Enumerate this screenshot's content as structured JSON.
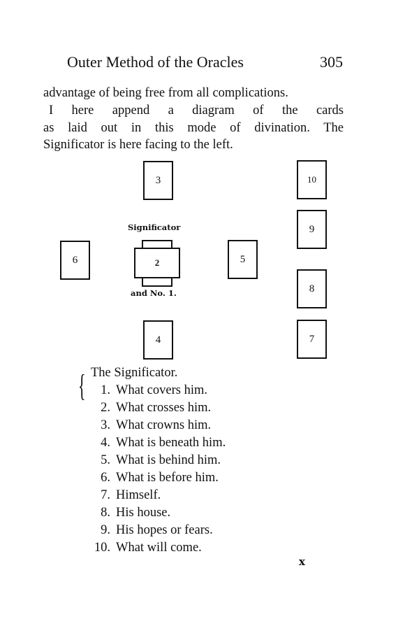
{
  "header": {
    "title": "Outer Method of the Oracles",
    "page_number": "305"
  },
  "body": {
    "lines": [
      "advantage of being free from all complications.",
      "I  here append a diagram of the cards",
      "as laid out in this mode of divination.  The",
      "Significator is here facing to the left."
    ]
  },
  "diagram": {
    "cards": {
      "c1": "",
      "c2": "2",
      "c3": "3",
      "c4": "4",
      "c5": "5",
      "c6": "6",
      "c7": "7",
      "c8": "8",
      "c9": "9",
      "c10": "10"
    },
    "label_top": "Significator",
    "label_bottom": "and No. 1."
  },
  "legend": [
    {
      "num": "",
      "text": "The Significator."
    },
    {
      "num": "1.",
      "text": "What covers him."
    },
    {
      "num": "2.",
      "text": "What crosses him."
    },
    {
      "num": "3.",
      "text": "What crowns him."
    },
    {
      "num": "4.",
      "text": "What is beneath him."
    },
    {
      "num": "5.",
      "text": "What is behind him."
    },
    {
      "num": "6.",
      "text": "What is before him."
    },
    {
      "num": "7.",
      "text": "Himself."
    },
    {
      "num": "8.",
      "text": "His house."
    },
    {
      "num": "9.",
      "text": "His hopes or fears."
    },
    {
      "num": "10.",
      "text": "What will come."
    }
  ],
  "footer": {
    "signature_mark": "x"
  }
}
